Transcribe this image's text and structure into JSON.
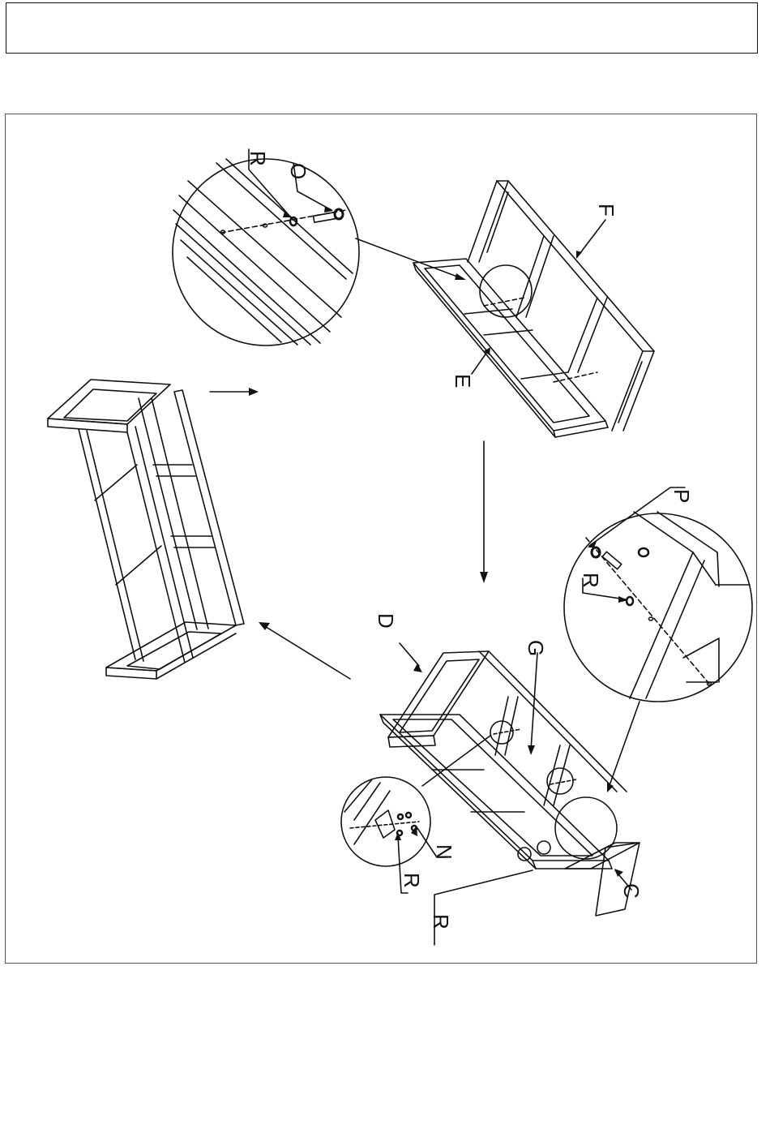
{
  "header": {
    "text": ""
  },
  "labels": {
    "F": "F",
    "E": "E",
    "R_top": "R",
    "O": "O",
    "P": "P",
    "R_right": "R",
    "D": "D",
    "G": "G",
    "N": "N",
    "R_detail": "R",
    "R_bottom": "R",
    "C": "C"
  },
  "colors": {
    "line": "#111111",
    "frame": "#555555",
    "background": "#ffffff"
  }
}
